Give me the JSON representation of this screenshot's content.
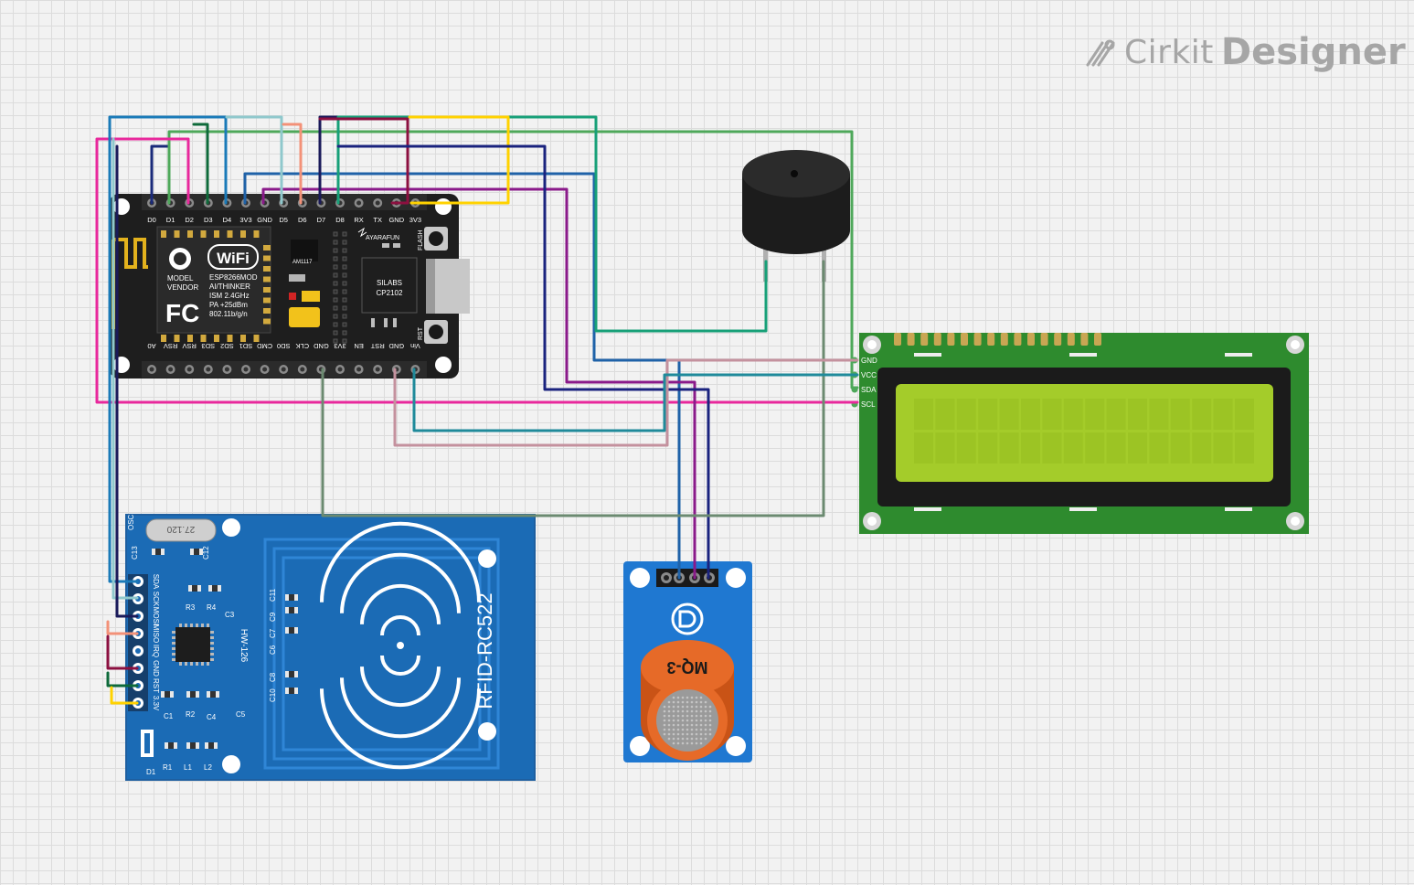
{
  "brand": {
    "name": "Cirkit",
    "product": "Designer",
    "logo_icon": "cirkit-logo-icon"
  },
  "nodemcu": {
    "top_pins": [
      "D0",
      "D1",
      "D2",
      "D3",
      "D4",
      "3V3",
      "GND",
      "D5",
      "D6",
      "D7",
      "D8",
      "RX",
      "TX",
      "GND",
      "3V3"
    ],
    "bottom_pins": [
      "A0",
      "RSV",
      "RSV",
      "SD3",
      "SD2",
      "SD1",
      "CMD",
      "SD0",
      "CLK",
      "GND",
      "3V3",
      "EN",
      "RST",
      "GND",
      "Vin"
    ],
    "module_text": [
      "MODEL",
      "VENDOR",
      "ESP8266MOD",
      "AI/THINKER",
      "ISM 2.4GHz",
      "PA +25dBm",
      "802.11b/g/n"
    ],
    "wifi_logo": "WiFi",
    "fc_logo": "FC",
    "chip_labels": [
      "AM1117",
      "SILABS",
      "CP2102",
      "AYARAFUN"
    ],
    "buttons": [
      "FLASH",
      "RST"
    ]
  },
  "lcd": {
    "pins": [
      "GND",
      "VCC",
      "SDA",
      "SCL"
    ]
  },
  "rfid": {
    "title": "RFID-RC522",
    "model": "HW-126",
    "pins": [
      "SDA",
      "SCK",
      "MOSI",
      "MISO",
      "IRQ",
      "GND",
      "RST",
      "3.3V"
    ],
    "components": [
      "OSC",
      "C13",
      "C12",
      "R3",
      "R4",
      "C3",
      "C11",
      "C9",
      "C7",
      "C6",
      "C8",
      "C10",
      "C1",
      "R2",
      "C4",
      "C5",
      "R1",
      "L1",
      "L2",
      "D1"
    ],
    "crystal": "27.120"
  },
  "mq3": {
    "label": "MQ-3"
  },
  "colors": {
    "board_dark": "#1e1e1e",
    "lcd_pcb": "#2e8b2e",
    "lcd_screen": "#a4cc2a",
    "rfid_pcb": "#1b6bb5",
    "mq3_pcb": "#1f78d1",
    "mq3_sensor": "#e66a28"
  }
}
